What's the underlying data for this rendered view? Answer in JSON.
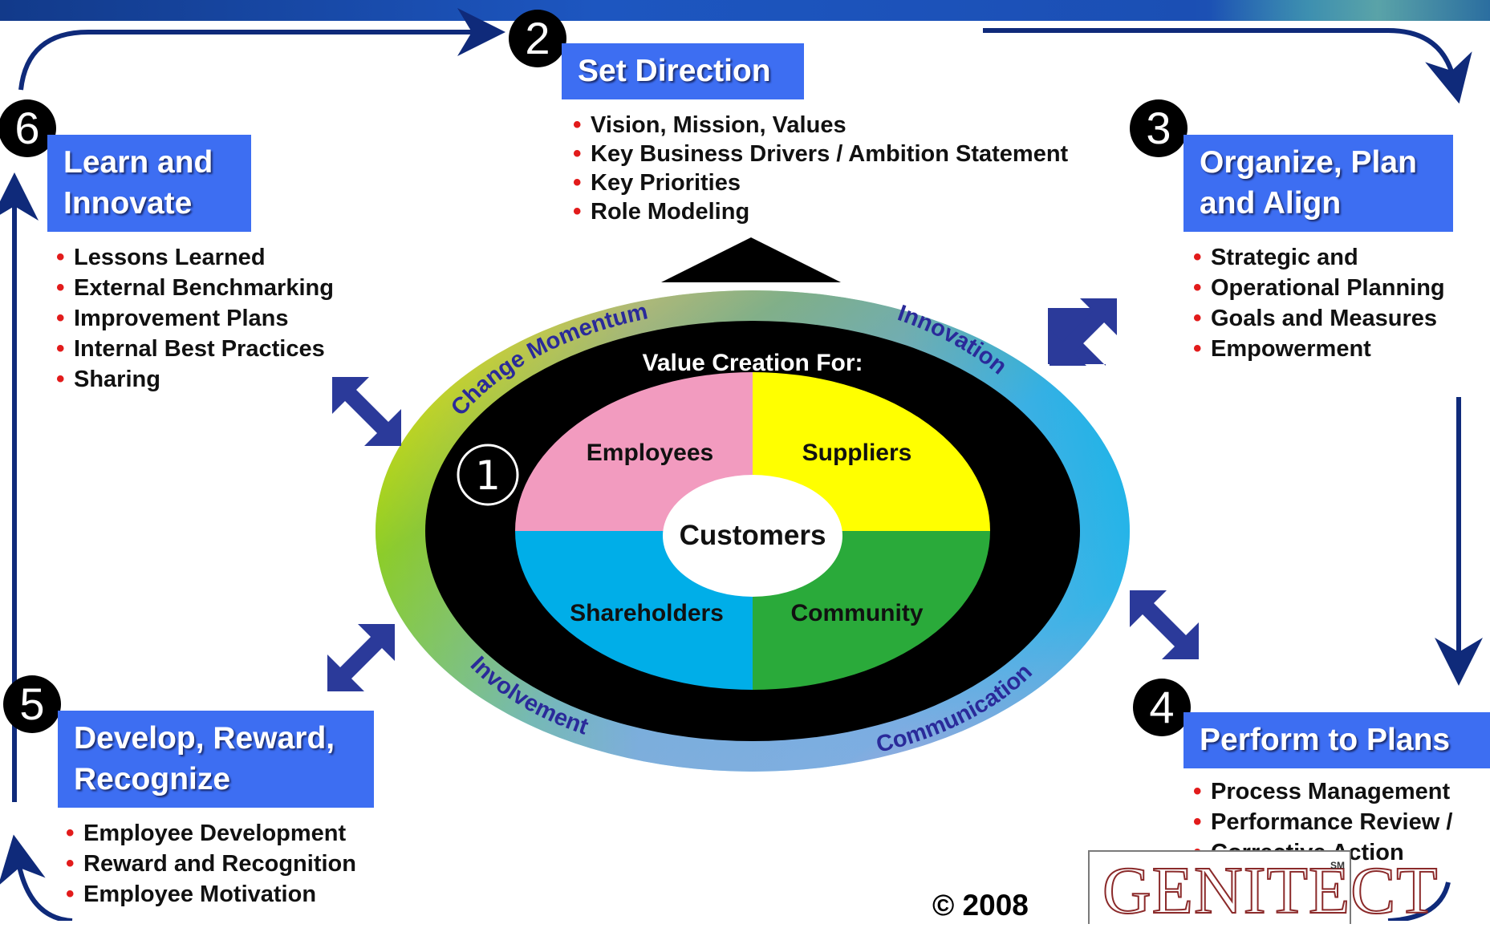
{
  "center": {
    "value_creation_label": "Value Creation For:",
    "core_label": "Customers",
    "quadrants": {
      "top_left": "Employees",
      "top_right": "Suppliers",
      "bottom_left": "Shareholders",
      "bottom_right": "Community"
    },
    "number": "1",
    "ring_labels": {
      "top_left": "Change Momentum",
      "top_right": "Innovation",
      "bottom_left": "Involvement",
      "bottom_right": "Communication"
    }
  },
  "steps": [
    {
      "number": "2",
      "title": "Set Direction",
      "bullets": [
        "Vision, Mission, Values",
        "Key Business Drivers / Ambition Statement",
        "Key Priorities",
        "Role Modeling"
      ]
    },
    {
      "number": "3",
      "title_line1": "Organize, Plan",
      "title_line2": "and Align",
      "bullets": [
        "Strategic and",
        "Operational Planning",
        "Goals and Measures",
        "Empowerment"
      ]
    },
    {
      "number": "4",
      "title": "Perform to Plans",
      "bullets": [
        "Process Management",
        "Performance Review /",
        "Corrective Action"
      ]
    },
    {
      "number": "5",
      "title_line1": "Develop, Reward,",
      "title_line2": "Recognize",
      "bullets": [
        "Employee Development",
        "Reward and Recognition",
        "Employee Motivation"
      ]
    },
    {
      "number": "6",
      "title_line1": "Learn and",
      "title_line2": "Innovate",
      "bullets": [
        "Lessons Learned",
        "External Benchmarking",
        "Improvement Plans",
        "Internal Best Practices",
        "Sharing"
      ]
    }
  ],
  "footer": {
    "copyright": "©  2008",
    "logo_text": "GENITECT",
    "logo_mark": "SM"
  },
  "colors": {
    "title_box": "#3d6ef2",
    "bullet": "#e21b1b",
    "arrow": "#2b3a9a",
    "cycle_arrow": "#0f2a7a",
    "employees": "#f29bbf",
    "suppliers": "#ffff00",
    "shareholders": "#00aee8",
    "community": "#2aaa3a"
  }
}
